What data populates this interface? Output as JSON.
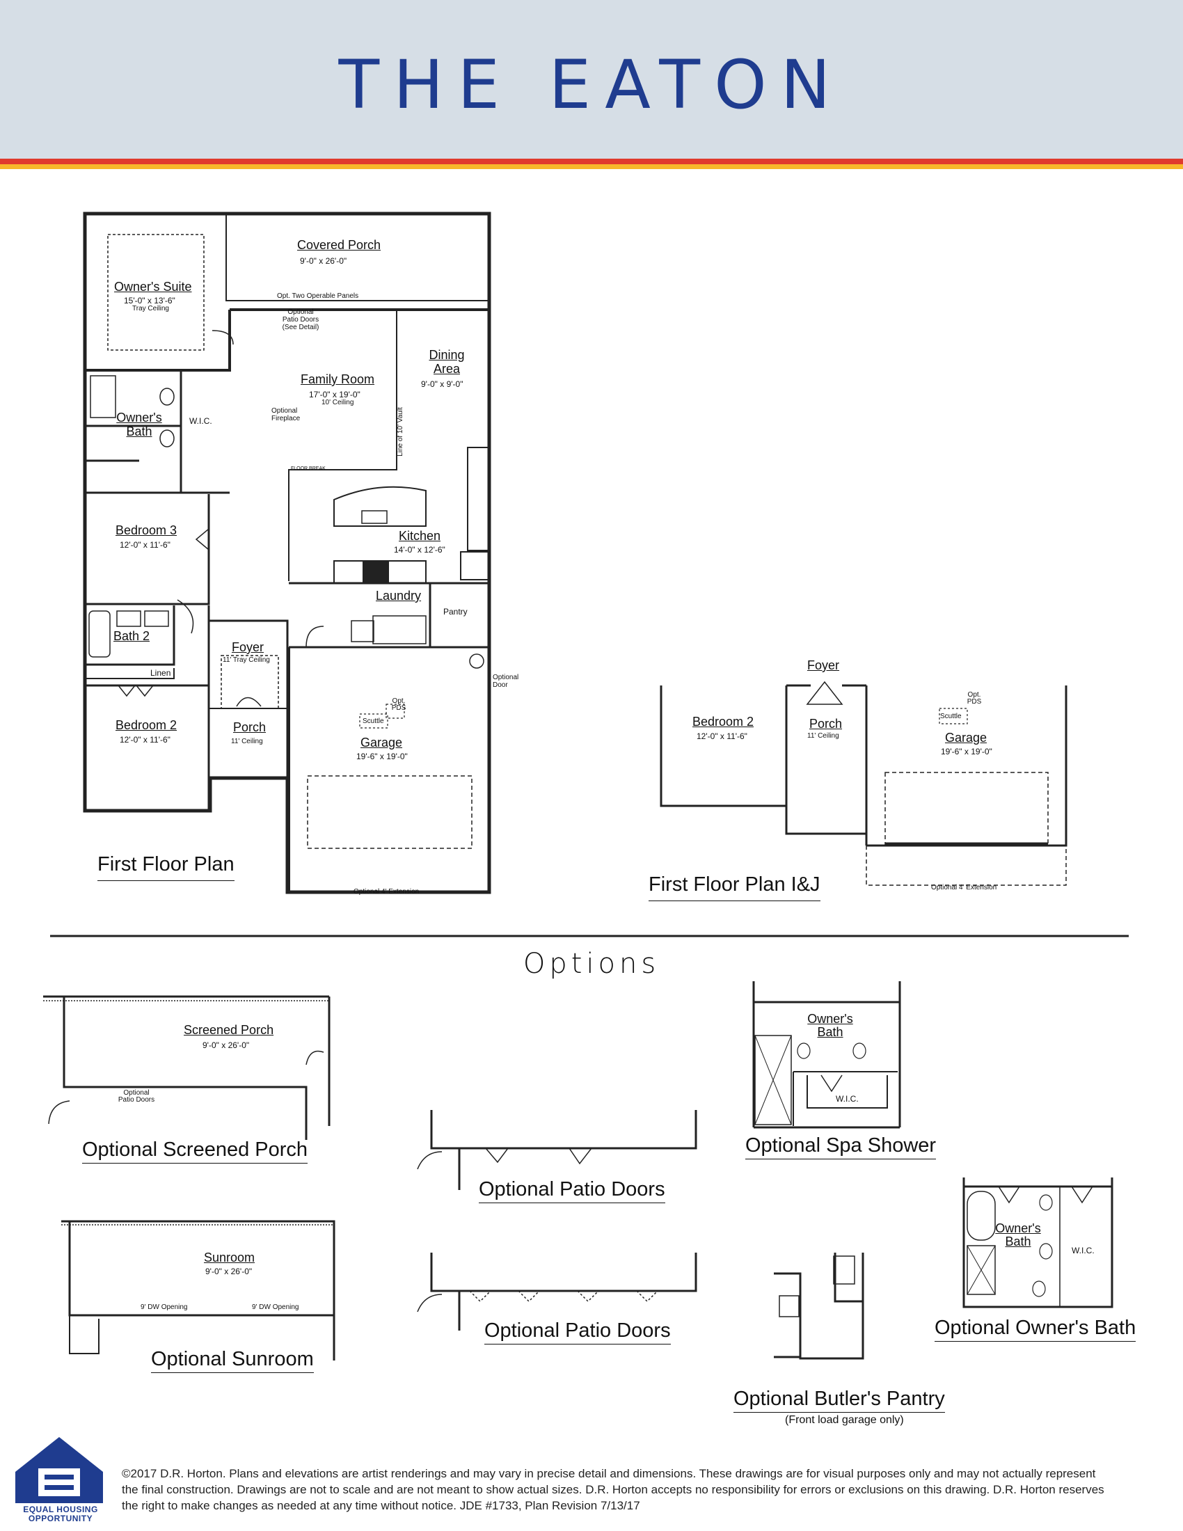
{
  "header": {
    "title": "THE EATON",
    "accent_color": "#1f3c8f",
    "stripe_red": "#e03a2d",
    "stripe_yellow": "#f7b72a"
  },
  "first_floor": {
    "title": "First Floor Plan",
    "rooms": {
      "covered_porch": {
        "name": "Covered Porch",
        "dims": "9'-0\" x 26'-0\""
      },
      "owners_suite": {
        "name": "Owner's Suite",
        "dims": "15'-0\" x 13'-6\"",
        "note": "Tray Ceiling"
      },
      "opt_two_panels": "Opt. Two Operable Panels",
      "optional_patio_doors": "Optional Patio Doors (See Detail)",
      "family_room": {
        "name": "Family Room",
        "dims": "17'-0\" x 19'-0\"",
        "note": "10' Ceiling"
      },
      "dining": {
        "name": "Dining Area",
        "dims": "9'-0\" x 9'-0\""
      },
      "optional_fireplace": "Optional Fireplace",
      "line_vault": "Line of 10' Vault",
      "owners_bath": {
        "name": "Owner's Bath"
      },
      "wic": "W.I.C.",
      "floor_break": "FLOOR BREAK",
      "bedroom3": {
        "name": "Bedroom 3",
        "dims": "12'-0\" x 11'-6\""
      },
      "kitchen": {
        "name": "Kitchen",
        "dims": "14'-0\" x 12'-6\""
      },
      "laundry": "Laundry",
      "pantry": "Pantry",
      "bath2": "Bath 2",
      "linen": "Linen",
      "foyer": {
        "name": "Foyer",
        "note": "11' Tray Ceiling"
      },
      "optional_door": "Optional Door",
      "opt_pds": "Opt. PDS",
      "scuttle": "Scuttle",
      "garage": {
        "name": "Garage",
        "dims": "19'-6\" x 19'-0\""
      },
      "bedroom2": {
        "name": "Bedroom 2",
        "dims": "12'-0\" x 11'-6\""
      },
      "porch": {
        "name": "Porch",
        "note": "11' Ceiling"
      },
      "extension": "Optional 4' Extension"
    }
  },
  "first_floor_ij": {
    "title": "First Floor Plan I&J",
    "foyer": "Foyer",
    "bedroom2": {
      "name": "Bedroom 2",
      "dims": "12'-0\" x 11'-6\""
    },
    "porch": {
      "name": "Porch",
      "note": "11' Ceiling"
    },
    "opt_pds": "Opt. PDS",
    "scuttle": "Scuttle",
    "garage": {
      "name": "Garage",
      "dims": "19'-6\" x 19'-0\""
    },
    "extension": "Optional 4' Extension"
  },
  "options": {
    "heading": "Options",
    "screened_porch": {
      "title": "Optional Screened Porch",
      "name": "Screened Porch",
      "dims": "9'-0\" x 26'-0\"",
      "note": "Optional Patio Doors"
    },
    "sunroom": {
      "title": "Optional Sunroom",
      "name": "Sunroom",
      "dims": "9'-0\" x 26'-0\"",
      "opening1": "9' DW Opening",
      "opening2": "9' DW Opening"
    },
    "patio_doors_1": {
      "title": "Optional Patio Doors"
    },
    "patio_doors_2": {
      "title": "Optional Patio Doors"
    },
    "spa_shower": {
      "title": "Optional Spa Shower",
      "bath": "Owner's Bath",
      "wic": "W.I.C."
    },
    "owners_bath": {
      "title": "Optional Owner's Bath",
      "bath": "Owner's Bath",
      "wic": "W.I.C."
    },
    "butlers_pantry": {
      "title": "Optional Butler's Pantry",
      "subtitle": "(Front load garage only)"
    }
  },
  "footer": {
    "logo_text": "EQUAL HOUSING OPPORTUNITY",
    "disclaimer": "©2017 D.R. Horton. Plans and elevations are artist renderings and may vary in precise detail and dimensions. These drawings are for visual purposes only and may not actually represent the final construction. Drawings are not to scale and are not meant to show actual sizes. D.R. Horton accepts no responsibility for errors or exclusions on this drawing. D.R. Horton reserves the right to make changes as needed at any time without notice. JDE #1733, Plan Revision 7/13/17"
  }
}
